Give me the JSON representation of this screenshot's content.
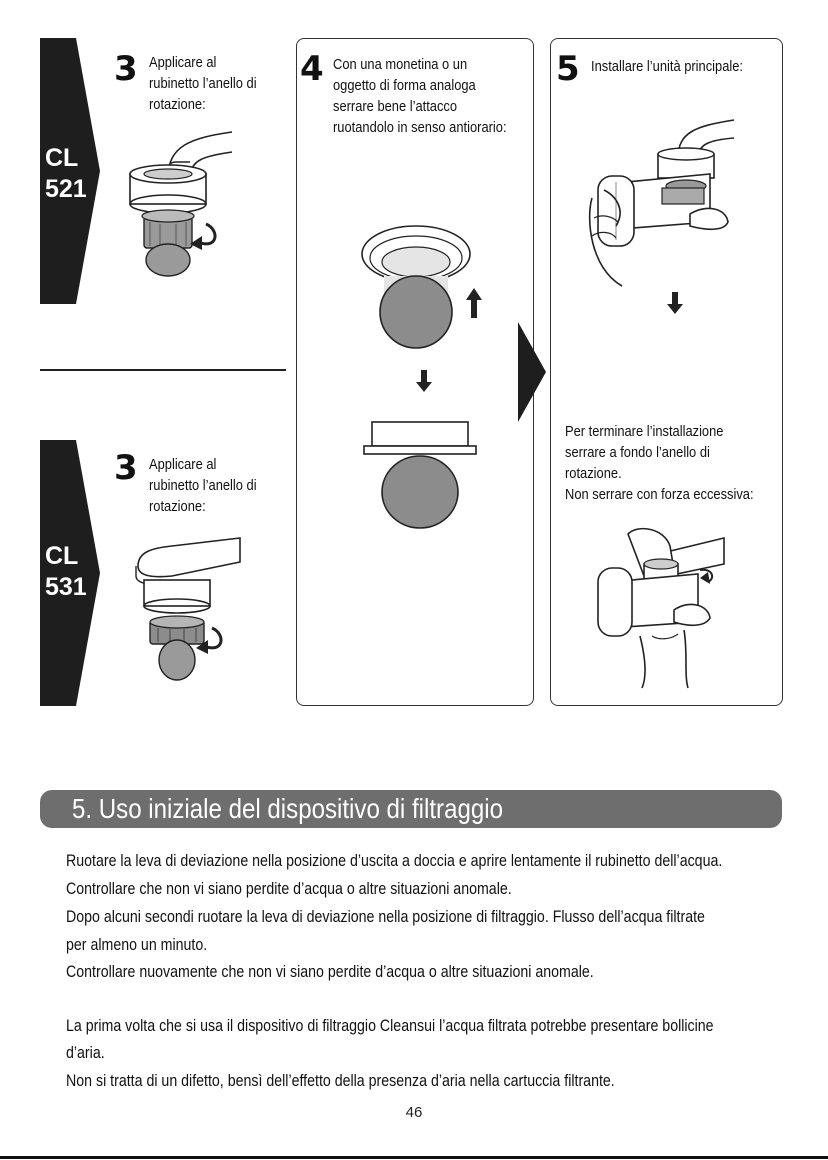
{
  "models": {
    "top": "CL\n521",
    "bottom": "CL\n531"
  },
  "steps": {
    "s3_top": {
      "num": "3",
      "lines": [
        "Applicare al",
        "rubinetto l’anello di",
        "rotazione:"
      ]
    },
    "s3_bottom": {
      "num": "3",
      "lines": [
        "Applicare al",
        "rubinetto l’anello di",
        "rotazione:"
      ]
    },
    "s4": {
      "num": "4",
      "lines": [
        "Con una monetina o un",
        "oggetto di forma analoga",
        "serrare bene l’attacco",
        "ruotandolo in senso antiorario:"
      ]
    },
    "s5": {
      "num": "5",
      "lines": [
        "Installare l’unità principale:"
      ]
    },
    "s5_note": {
      "lines": [
        "Per terminare l’installazione",
        "serrare a fondo l’anello di",
        "rotazione.",
        "Non serrare con forza eccessiva:"
      ]
    }
  },
  "section": {
    "title": "5. Uso iniziale del dispositivo di filtraggio"
  },
  "body": {
    "lines": [
      "Ruotare la leva di deviazione nella posizione d’uscita a doccia e aprire lentamente il rubinetto dell’acqua.",
      "Controllare che non vi siano perdite d’acqua o altre situazioni anomale.",
      "Dopo alcuni secondi ruotare la leva di deviazione nella posizione di filtraggio. Flusso dell’acqua filtrate",
      "per almeno un minuto.",
      "Controllare nuovamente che non vi siano perdite d’acqua o altre situazioni anomale.",
      "",
      "La prima volta che si usa il dispositivo di filtraggio Cleansui l’acqua filtrata potrebbe presentare bollicine",
      "d’aria.",
      "Non si tratta di un difetto, bensì dell’effetto della presenza d’aria nella cartuccia filtrante."
    ]
  },
  "footer": {
    "page_number": "46"
  },
  "colors": {
    "label_bg": "#1e1e1e",
    "section_bg": "#6e6e6e",
    "filter_gray": "#8c8c8c"
  }
}
